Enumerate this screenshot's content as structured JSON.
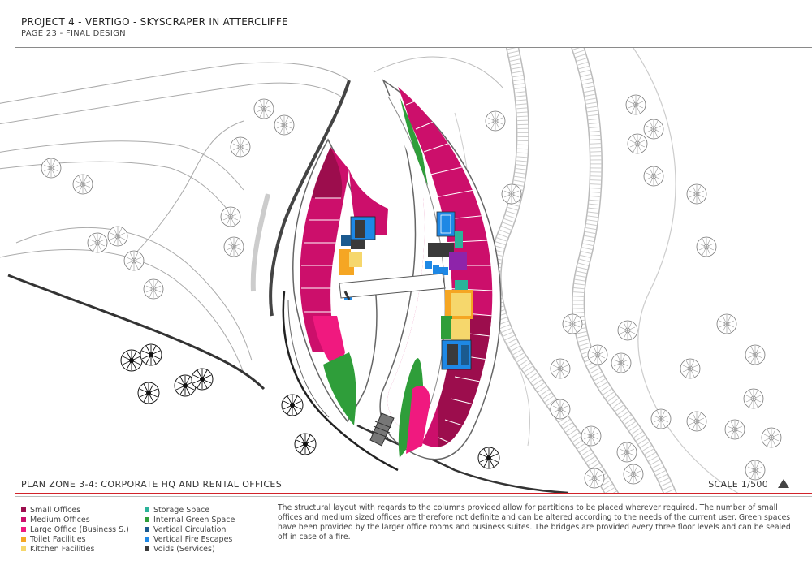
{
  "header": {
    "title": "PROJECT 4 - VERTIGO - SKYSCRAPER IN ATTERCLIFFE",
    "subtitle": "PAGE 23 - FINAL DESIGN"
  },
  "plan": {
    "zone_title": "PLAN ZONE 3-4: CORPORATE HQ AND RENTAL OFFICES",
    "scale": "SCALE 1/500"
  },
  "legend": {
    "col1": [
      {
        "label": "Small Offices",
        "color": "#9c0d4d"
      },
      {
        "label": "Medium Offices",
        "color": "#cc0f6b"
      },
      {
        "label": "Large Office (Business S.)",
        "color": "#f0197f"
      },
      {
        "label": "Toilet Facilities",
        "color": "#f5a623"
      },
      {
        "label": "Kitchen Facilities",
        "color": "#f6d76c"
      }
    ],
    "col2": [
      {
        "label": "Storage Space",
        "color": "#2bb39a"
      },
      {
        "label": "Internal Green Space",
        "color": "#2f9e3a"
      },
      {
        "label": "Vertical Circulation",
        "color": "#1b5a8f"
      },
      {
        "label": "Vertical Fire Escapes",
        "color": "#1e88e5"
      },
      {
        "label": "Voids (Services)",
        "color": "#3a3a3a"
      }
    ]
  },
  "description": "The structural layout with regards to the columns provided allow for partitions to be placed wherever required. The number of small offices and medium sized offices are therefore not definite and can be altered according to the needs of the current user. Green spaces have been provided by the larger office rooms and business suites. The bridges are provided every three floor levels and can be sealed off in case of a fire."
}
